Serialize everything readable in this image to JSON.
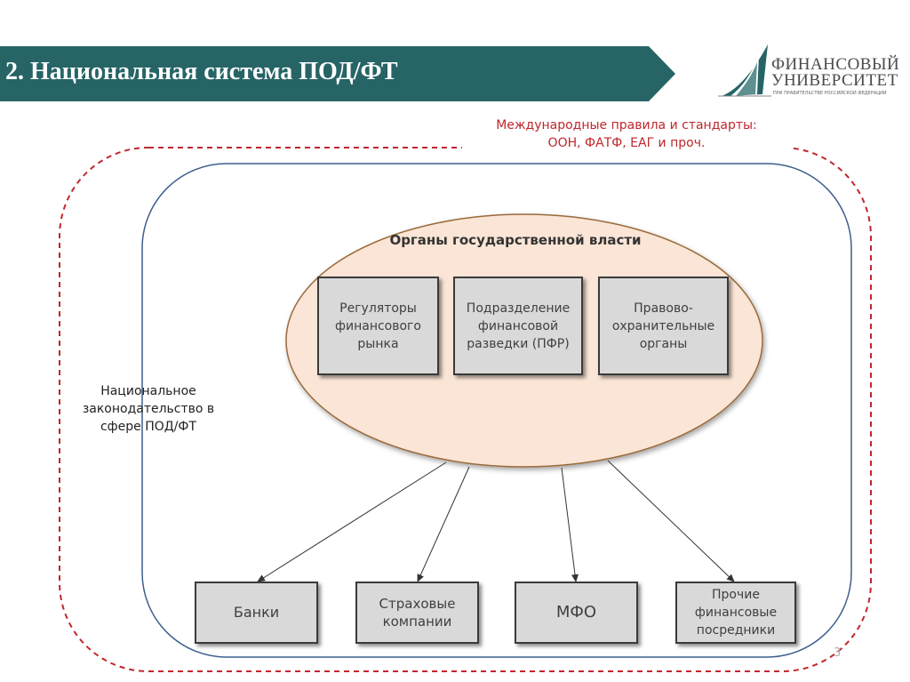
{
  "header": {
    "title": "2. Национальная система ПОД/ФТ",
    "bar_color": "#266466"
  },
  "logo": {
    "line1": "ФИНАНСОВЫЙ",
    "line2": "УНИВЕРСИТЕТ",
    "subtitle": "ПРИ ПРАВИТЕЛЬСТВЕ РОССИЙСКОЙ ФЕДЕРАЦИИ"
  },
  "diagram": {
    "international": "Международные правила и стандарты:\nООН, ФАТФ, ЕАГ и проч.",
    "national_law": "Национальное законодательство в сфере ПОД/ФТ",
    "government": {
      "title": "Органы государственной власти",
      "bodies": [
        "Регуляторы финансового рынка",
        "Подразделение финансовой разведки (ПФР)",
        "Правово-охранительные органы"
      ]
    },
    "institutions": [
      "Банки",
      "Страховые компании",
      "МФО",
      "Прочие финансовые посредники"
    ],
    "colors": {
      "outer_dashed": "#c0262d",
      "inner_border": "#3d5f8c",
      "ellipse_fill": "#fbe5d6",
      "ellipse_border": "#9a6a3a",
      "box_fill": "#d9d9d9"
    }
  },
  "page_number": "3"
}
